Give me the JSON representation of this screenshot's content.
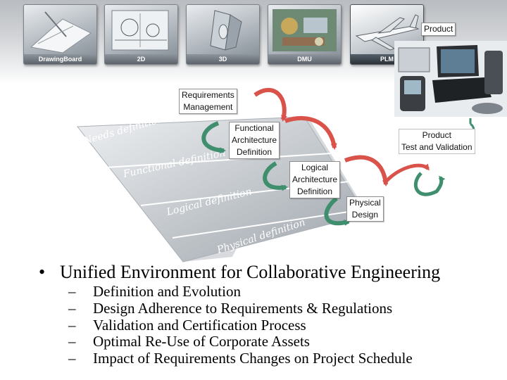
{
  "nav": {
    "thumbnails": [
      {
        "caption": "DrawingBoard",
        "icon": "drawing-board-icon"
      },
      {
        "caption": "2D",
        "icon": "2d-drawing-icon"
      },
      {
        "caption": "3D",
        "icon": "3d-model-icon"
      },
      {
        "caption": "DMU",
        "icon": "digital-mockup-icon"
      },
      {
        "caption": "PLM",
        "icon": "jet-aircraft-icon"
      }
    ],
    "active": "PLM"
  },
  "diagram": {
    "product_label": "Product",
    "requirements": [
      "Requirements",
      "Management"
    ],
    "functional": [
      "Functional",
      "Architecture",
      "Definition"
    ],
    "logical": [
      "Logical",
      "Architecture",
      "Definition"
    ],
    "physical": [
      "Physical",
      "Design"
    ],
    "test": [
      "Product",
      "Test and Validation"
    ],
    "plane_labels": [
      "Needs definition",
      "Functional definition",
      "Logical definition",
      "Physical definition"
    ],
    "colors": {
      "red_arrow": "#d9534b",
      "green_arrow": "#3f8f6f"
    }
  },
  "bullets": {
    "main": "Unified Environment for Collaborative Engineering",
    "sub": [
      "Definition and Evolution",
      "Design Adherence to Requirements & Regulations",
      "Validation and Certification Process",
      "Optimal Re-Use of Corporate Assets",
      "Impact of Requirements Changes on Project Schedule"
    ]
  }
}
